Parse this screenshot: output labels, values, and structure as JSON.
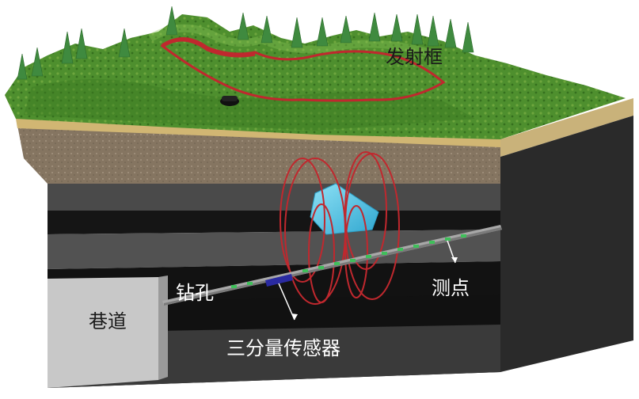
{
  "labels": {
    "transmitter_frame": "发射框",
    "borehole": "钻孔",
    "roadway": "巷道",
    "measuring_point": "测点",
    "triaxial_sensor": "三分量传感器"
  },
  "colors": {
    "grass": "#4e8f2e",
    "grass_light": "#7cb54a",
    "sand": "#e2c98a",
    "soil": "#8a7a66",
    "rock_dark": "#505050",
    "coal": "#141414",
    "roadway": "#c8c8c8",
    "loop_red": "#c0282e",
    "water": "#5cc8e8",
    "pipe": "#a8a8a8",
    "point_green": "#3fbf5a",
    "sensor_blue": "#2a2aa0"
  },
  "icons": {
    "trees": "tree-icon",
    "transmitter": "transmitter-icon"
  }
}
